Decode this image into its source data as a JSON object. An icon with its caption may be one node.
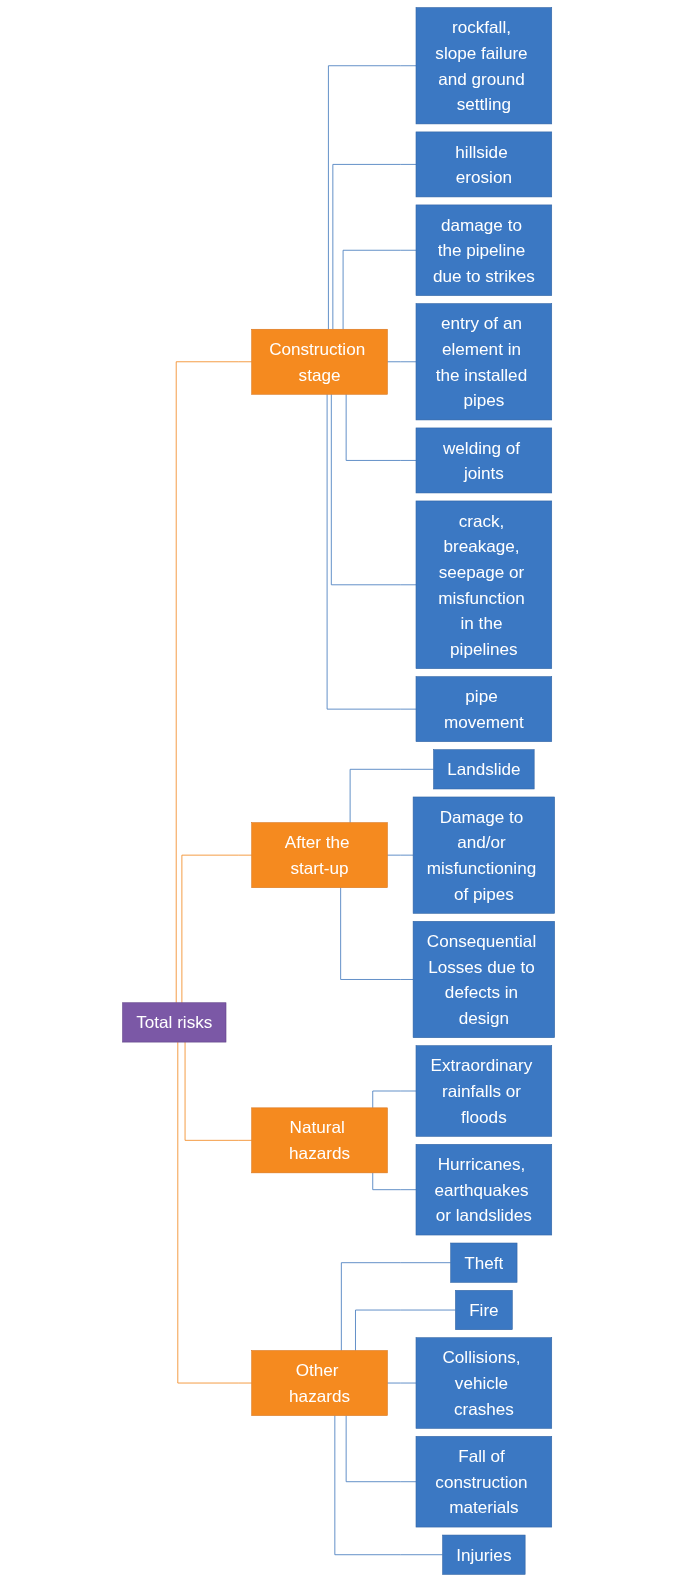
{
  "diagram": {
    "nodes": [
      {
        "text": [
          "Total risks"
        ]
      },
      {
        "text": [
          "Construction stage"
        ]
      },
      {
        "text": [
          "rockfall, slope failure and ground settling"
        ]
      },
      {
        "text": [
          "hillside erosion"
        ]
      },
      {
        "text": [
          "damage to the pipeline due to strikes"
        ]
      },
      {
        "text": [
          "entry of an element in the installed pipes"
        ]
      },
      {
        "text": [
          "welding of joints"
        ]
      },
      {
        "text": [
          "crack, breakage, seepage or misfunction in the pipelines"
        ]
      },
      {
        "text": [
          "pipe movement"
        ]
      },
      {
        "text": [
          "After the start-up"
        ]
      },
      {
        "text": [
          "Landslide"
        ]
      },
      {
        "text": [
          "Damage to and/or misfunctioning of pipes"
        ]
      },
      {
        "text": [
          "Consequential Losses due to defects in design"
        ]
      },
      {
        "text": [
          "Natural hazards"
        ]
      },
      {
        "text": [
          "Extraordinary rainfalls or floods"
        ]
      },
      {
        "text": [
          "Hurricanes, earthquakes or landslides"
        ]
      },
      {
        "text": [
          "Other hazards"
        ]
      },
      {
        "text": [
          "Theft"
        ]
      },
      {
        "text": [
          "Fire"
        ]
      },
      {
        "text": [
          "Collisions, vehicle crashes"
        ]
      },
      {
        "text": [
          "Fall of construction materials"
        ]
      },
      {
        "text": [
          "Injuries"
        ]
      }
    ],
    "edges": [
      {
        "from": 0,
        "to": 1,
        "arrow": "none",
        "color": "#f28c28"
      },
      {
        "from": 1,
        "to": 2,
        "arrow": "none"
      },
      {
        "from": 1,
        "to": 3,
        "arrow": "none"
      },
      {
        "from": 1,
        "to": 4,
        "arrow": "none"
      },
      {
        "from": 1,
        "to": 5,
        "arrow": "none"
      },
      {
        "from": 1,
        "to": 6,
        "arrow": "none"
      },
      {
        "from": 1,
        "to": 7,
        "arrow": "none"
      },
      {
        "from": 1,
        "to": 8,
        "arrow": "none"
      },
      {
        "from": 0,
        "to": 9,
        "arrow": "none",
        "color": "#f28c28"
      },
      {
        "from": 9,
        "to": 10,
        "arrow": "none"
      },
      {
        "from": 9,
        "to": 11,
        "arrow": "none"
      },
      {
        "from": 9,
        "to": 12,
        "arrow": "none"
      },
      {
        "from": 0,
        "to": 13,
        "arrow": "none",
        "color": "#f28c28"
      },
      {
        "from": 13,
        "to": 14,
        "arrow": "none"
      },
      {
        "from": 13,
        "to": 15,
        "arrow": "none"
      },
      {
        "from": 0,
        "to": 16,
        "arrow": "none",
        "color": "#f28c28"
      },
      {
        "from": 16,
        "to": 17,
        "arrow": "none"
      },
      {
        "from": 16,
        "to": 18,
        "arrow": "none"
      },
      {
        "from": 16,
        "to": 19,
        "arrow": "none"
      },
      {
        "from": 16,
        "to": 20,
        "arrow": "none"
      },
      {
        "from": 16,
        "to": 21,
        "arrow": "none"
      }
    ]
  }
}
